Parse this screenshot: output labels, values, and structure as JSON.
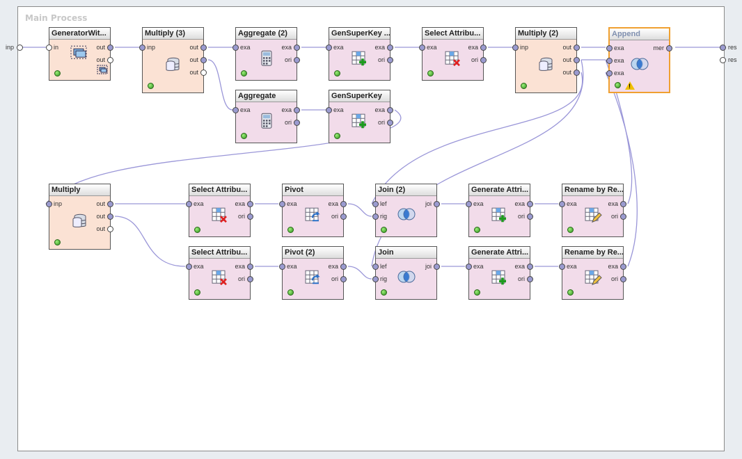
{
  "canvas": {
    "title": "Main Process"
  },
  "process_ports": {
    "left": [
      {
        "label": "inp"
      }
    ],
    "right": [
      {
        "label": "res"
      },
      {
        "label": "res"
      }
    ]
  },
  "operators": [
    {
      "id": "gen",
      "title": "GeneratorWit...",
      "style": "peach",
      "in": [
        "in"
      ],
      "out": [
        "out",
        "out"
      ],
      "icon": "generator-icon"
    },
    {
      "id": "mul3",
      "title": "Multiply (3)",
      "style": "peach",
      "in": [
        "inp"
      ],
      "out": [
        "out",
        "out",
        "out"
      ],
      "icon": "database-icon"
    },
    {
      "id": "agg2",
      "title": "Aggregate (2)",
      "style": "pink",
      "in": [
        "exa"
      ],
      "out": [
        "exa",
        "ori"
      ],
      "icon": "calculator-icon"
    },
    {
      "id": "gsk1",
      "title": "GenSuperKey ...",
      "style": "pink",
      "in": [
        "exa"
      ],
      "out": [
        "exa",
        "ori"
      ],
      "icon": "table-plus-icon"
    },
    {
      "id": "sel1",
      "title": "Select Attribu...",
      "style": "pink",
      "in": [
        "exa"
      ],
      "out": [
        "exa",
        "ori"
      ],
      "icon": "table-cross-icon"
    },
    {
      "id": "mul2",
      "title": "Multiply (2)",
      "style": "peach",
      "in": [
        "inp"
      ],
      "out": [
        "out",
        "out",
        "out"
      ],
      "icon": "database-icon"
    },
    {
      "id": "app",
      "title": "Append",
      "style": "pink",
      "in": [
        "exa",
        "exa",
        "exa"
      ],
      "out": [
        "mer"
      ],
      "icon": "venn-icon",
      "warning": "!"
    },
    {
      "id": "agg",
      "title": "Aggregate",
      "style": "pink",
      "in": [
        "exa"
      ],
      "out": [
        "exa",
        "ori"
      ],
      "icon": "calculator-icon"
    },
    {
      "id": "gsk",
      "title": "GenSuperKey",
      "style": "pink",
      "in": [
        "exa"
      ],
      "out": [
        "exa",
        "ori"
      ],
      "icon": "table-plus-icon"
    },
    {
      "id": "mul",
      "title": "Multiply",
      "style": "peach",
      "in": [
        "inp"
      ],
      "out": [
        "out",
        "out",
        "out"
      ],
      "icon": "database-icon"
    },
    {
      "id": "sela",
      "title": "Select Attribu...",
      "style": "pink",
      "in": [
        "exa"
      ],
      "out": [
        "exa",
        "ori"
      ],
      "icon": "table-cross-icon"
    },
    {
      "id": "piv",
      "title": "Pivot",
      "style": "pink",
      "in": [
        "exa"
      ],
      "out": [
        "exa",
        "ori"
      ],
      "icon": "pivot-icon"
    },
    {
      "id": "join2",
      "title": "Join (2)",
      "style": "pink",
      "in": [
        "lef",
        "rig"
      ],
      "out": [
        "joi"
      ],
      "icon": "venn-icon"
    },
    {
      "id": "gena",
      "title": "Generate Attri...",
      "style": "pink",
      "in": [
        "exa"
      ],
      "out": [
        "exa",
        "ori"
      ],
      "icon": "table-plus-icon"
    },
    {
      "id": "rena",
      "title": "Rename by Re...",
      "style": "pink",
      "in": [
        "exa"
      ],
      "out": [
        "exa",
        "ori"
      ],
      "icon": "table-pencil-icon"
    },
    {
      "id": "selb",
      "title": "Select Attribu...",
      "style": "pink",
      "in": [
        "exa"
      ],
      "out": [
        "exa",
        "ori"
      ],
      "icon": "table-cross-icon"
    },
    {
      "id": "piv2",
      "title": "Pivot (2)",
      "style": "pink",
      "in": [
        "exa"
      ],
      "out": [
        "exa",
        "ori"
      ],
      "icon": "pivot-icon"
    },
    {
      "id": "join",
      "title": "Join",
      "style": "pink",
      "in": [
        "lef",
        "rig"
      ],
      "out": [
        "joi"
      ],
      "icon": "venn-icon"
    },
    {
      "id": "genb",
      "title": "Generate Attri...",
      "style": "pink",
      "in": [
        "exa"
      ],
      "out": [
        "exa",
        "ori"
      ],
      "icon": "table-plus-icon"
    },
    {
      "id": "renb",
      "title": "Rename by Re...",
      "style": "pink",
      "in": [
        "exa"
      ],
      "out": [
        "exa",
        "ori"
      ],
      "icon": "table-pencil-icon"
    }
  ],
  "colors": {
    "wire": "#9a96d8",
    "selected_border": "#f0a030"
  }
}
